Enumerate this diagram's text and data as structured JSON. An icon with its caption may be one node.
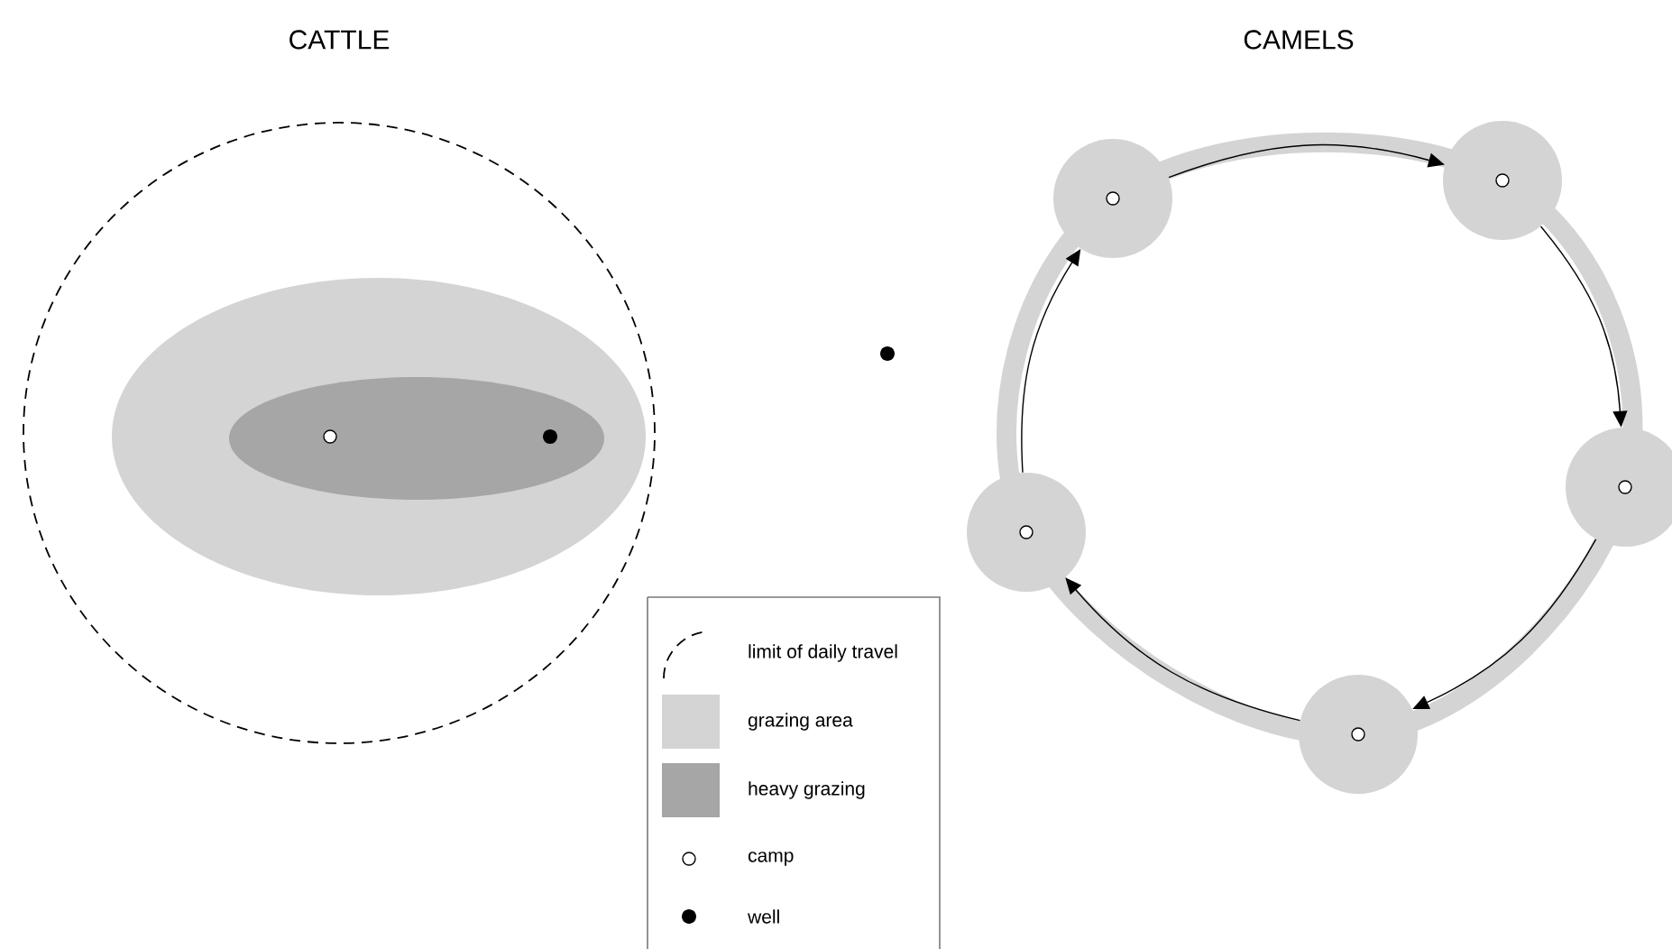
{
  "diagram": {
    "nodes": [
      {
        "text": [],
        "shape": "circle"
      },
      {
        "text": [],
        "shape": "circle"
      },
      {
        "text": [],
        "shape": "circle"
      },
      {
        "text": [],
        "shape": "circle"
      },
      {
        "text": [],
        "shape": "circle"
      }
    ],
    "edges": [
      {
        "from": 0,
        "to": 1,
        "arrow": "to"
      },
      {
        "from": 1,
        "to": 2,
        "arrow": "to"
      },
      {
        "from": 2,
        "to": 3,
        "arrow": "to"
      },
      {
        "from": 3,
        "to": 4,
        "arrow": "to"
      },
      {
        "from": 4,
        "to": 0,
        "arrow": "to"
      }
    ],
    "labels": [
      "CATTLE",
      "CAMELS"
    ],
    "legend": [
      {
        "text": "limit of daily travel"
      },
      {
        "text": "grazing area",
        "color": "#d4d4d4"
      },
      {
        "text": "heavy grazing",
        "color": "#a6a6a6"
      },
      {
        "text": "camp"
      },
      {
        "text": "well"
      }
    ]
  }
}
